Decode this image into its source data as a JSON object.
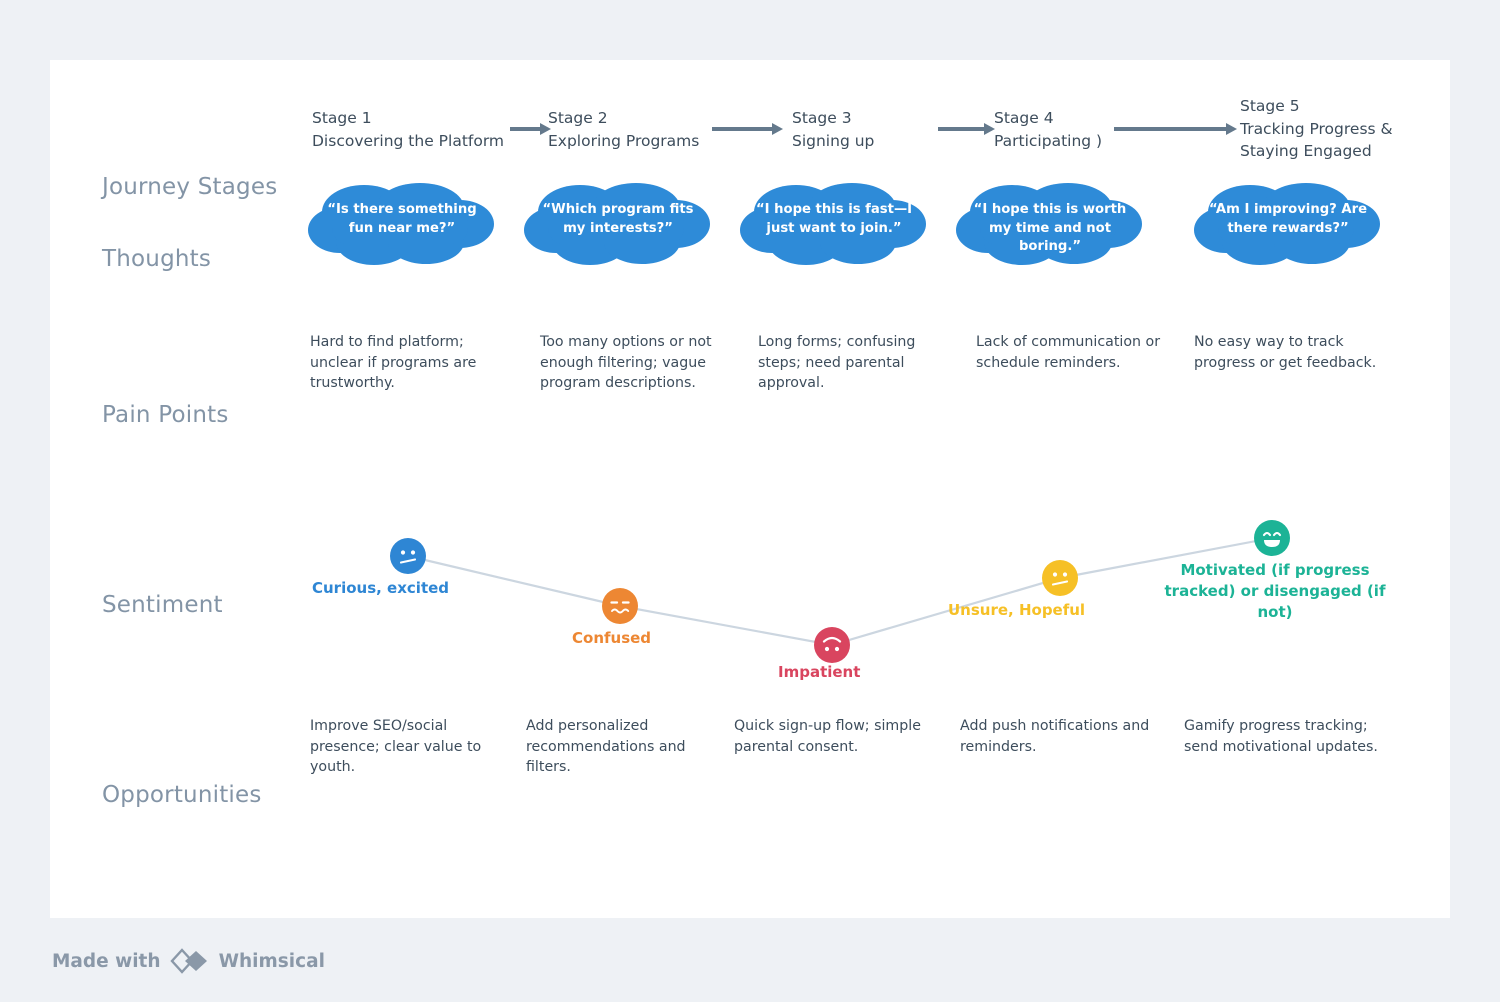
{
  "canvas": {
    "background": "#eef1f5",
    "card_background": "#ffffff"
  },
  "colors": {
    "row_label": "#8394a6",
    "body_text": "#3d4d5c",
    "arrow": "#64798c",
    "cloud": "#2e8bd8",
    "cloud_text": "#ffffff",
    "line": "#ccd6e0",
    "curious": "#2e86d4",
    "confused": "#ed8733",
    "impatient": "#d9455f",
    "unsure": "#f6c026",
    "motivated": "#1cb396",
    "footer": "#8a98a8"
  },
  "rows": [
    {
      "key": "journey_stages",
      "label": "Journey Stages"
    },
    {
      "key": "thoughts",
      "label": "Thoughts"
    },
    {
      "key": "pain_points",
      "label": "Pain Points"
    },
    {
      "key": "sentiment",
      "label": "Sentiment"
    },
    {
      "key": "opportunities",
      "label": "Opportunities"
    }
  ],
  "stages": [
    {
      "number": "Stage 1",
      "name": "Discovering the Platform",
      "thought": "“Is there something fun near me?”",
      "pain_point": "Hard to find platform; unclear if programs are trustworthy.",
      "opportunity": "Improve SEO/social presence; clear value to youth."
    },
    {
      "number": "Stage 2",
      "name": "Exploring Programs",
      "thought": "“Which program fits my interests?”",
      "pain_point": "Too many options or not enough filtering; vague program descriptions.",
      "opportunity": "Add personalized recommendations and filters."
    },
    {
      "number": "Stage 3",
      "name": "Signing up",
      "thought": "“I hope this is fast—I just want to join.”",
      "pain_point": "Long forms; confusing steps; need parental approval.",
      "opportunity": "Quick sign-up flow; simple parental consent."
    },
    {
      "number": "Stage 4",
      "name": "Participating )",
      "thought": "“I hope this is worth my time and not boring.”",
      "pain_point": "Lack of communication or schedule reminders.",
      "opportunity": "Add push notifications and reminders."
    },
    {
      "number": "Stage 5",
      "name": "Tracking Progress & Staying Engaged",
      "thought": "“Am I improving? Are there rewards?”",
      "pain_point": "No easy way to track progress or get feedback.",
      "opportunity": "Gamify progress tracking; send motivational updates."
    }
  ],
  "sentiment": [
    {
      "label": "Curious, excited",
      "color": "#2e86d4",
      "face": "neutral-slight-frown-face"
    },
    {
      "label": "Confused",
      "color": "#ed8733",
      "face": "confused-wavy-mouth-face"
    },
    {
      "label": "Impatient",
      "color": "#d9455f",
      "face": "upside-down-frowning-face"
    },
    {
      "label": "Unsure, Hopeful",
      "color": "#f6c026",
      "face": "neutral-slight-frown-face"
    },
    {
      "label": "Motivated (if progress tracked) or disengaged (if not)",
      "color": "#1cb396",
      "face": "grinning-smiling-eyes-face"
    }
  ],
  "footer": {
    "made_with": "Made with",
    "brand": "Whimsical"
  }
}
